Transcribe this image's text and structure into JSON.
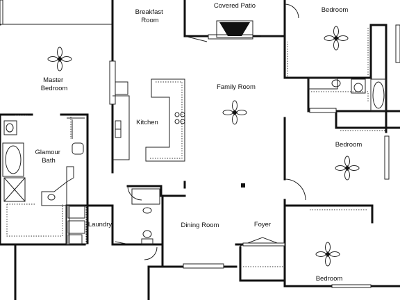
{
  "plan": {
    "rooms": [
      {
        "id": "covered-patio",
        "lines": [
          "Covered Patio"
        ]
      },
      {
        "id": "breakfast-room",
        "lines": [
          "Breakfast",
          "Room"
        ]
      },
      {
        "id": "bedroom-ne",
        "lines": [
          "Bedroom"
        ]
      },
      {
        "id": "master-bedroom",
        "lines": [
          "Master",
          "Bedroom"
        ]
      },
      {
        "id": "family-room",
        "lines": [
          "Family Room"
        ]
      },
      {
        "id": "kitchen",
        "lines": [
          "Kitchen"
        ]
      },
      {
        "id": "glamour-bath",
        "lines": [
          "Glamour",
          "Bath"
        ]
      },
      {
        "id": "bedroom-e",
        "lines": [
          "Bedroom"
        ]
      },
      {
        "id": "laundry",
        "lines": [
          "Laundry"
        ]
      },
      {
        "id": "dining-room",
        "lines": [
          "Dining Room"
        ]
      },
      {
        "id": "foyer",
        "lines": [
          "Foyer"
        ]
      },
      {
        "id": "bedroom-se",
        "lines": [
          "Bedroom"
        ]
      }
    ],
    "fan_icon": "ceiling-fan-icon"
  }
}
